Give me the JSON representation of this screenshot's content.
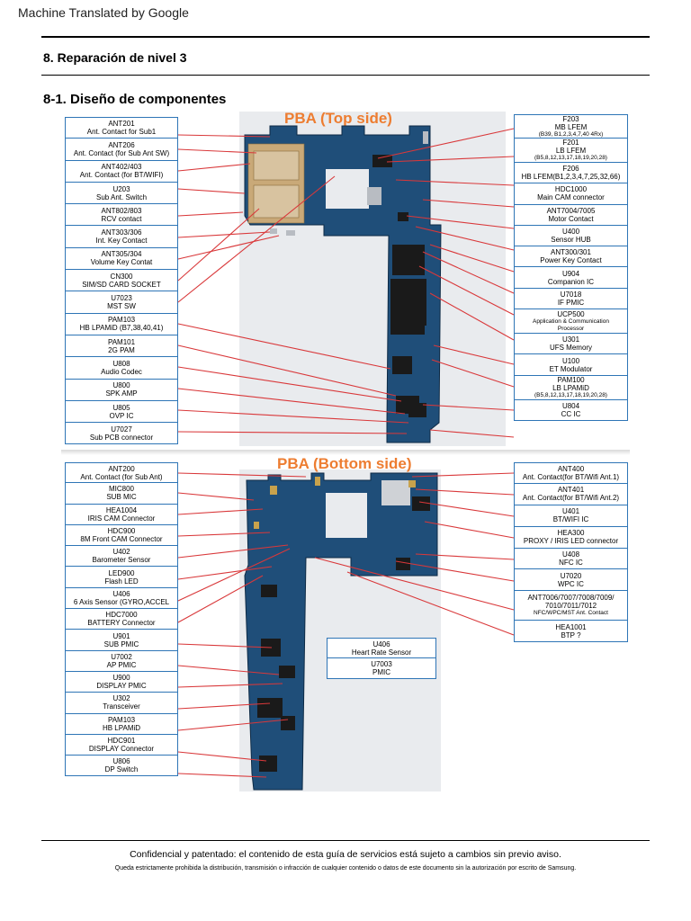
{
  "machine_translated": "Machine Translated by Google",
  "section_title": "8. Reparación de nivel 3",
  "subsection_title": "8-1. Diseño de componentes",
  "top_panel": {
    "title": "PBA (Top side)",
    "left_labels": [
      [
        "ANT201",
        "Ant. Contact for Sub1"
      ],
      [
        "ANT206",
        "Ant. Contact (for Sub Ant SW)"
      ],
      [
        "ANT402/403",
        "Ant. Contact (for BT/WIFI)"
      ],
      [
        "U203",
        "Sub Ant. Switch"
      ],
      [
        "ANT802/803",
        "RCV contact"
      ],
      [
        "ANT303/306",
        "Int. Key Contact"
      ],
      [
        "ANT305/304",
        "Volume Key Contat"
      ],
      [
        "CN300",
        "SIM/SD CARD SOCKET"
      ],
      [
        "U7023",
        "MST SW"
      ],
      [
        "PAM103",
        "HB LPAMiD (B7,38,40,41)"
      ],
      [
        "PAM101",
        "2G PAM"
      ],
      [
        "U808",
        "Audio Codec"
      ],
      [
        "U800",
        "SPK AMP"
      ],
      [
        "U805",
        "OVP IC"
      ],
      [
        "U7027",
        "Sub PCB connector"
      ]
    ],
    "right_labels": [
      [
        "F203",
        "MB LFEM",
        "(B39, B1,2,3,4,7,40 4Rx)"
      ],
      [
        "F201",
        "LB LFEM",
        "(B5,8,12,13,17,18,19,20,28)"
      ],
      [
        "F206",
        "HB LFEM(B1,2,3,4,7,25,32,66)"
      ],
      [
        "HDC1000",
        "Main CAM connector"
      ],
      [
        "ANT7004/7005",
        "Motor Contact"
      ],
      [
        "U400",
        "Sensor HUB"
      ],
      [
        "ANT300/301",
        "Power Key Contact"
      ],
      [
        "U904",
        "Companion IC"
      ],
      [
        "U7018",
        "IF PMIC"
      ],
      [
        "UCP500",
        "Application & Communication",
        "Processor"
      ],
      [
        "U301",
        "UFS Memory"
      ],
      [
        "U100",
        "ET Modulator"
      ],
      [
        "PAM100",
        "LB LPAMiD",
        "(B5,8,12,13,17,18,19,20,28)"
      ],
      [
        "U804",
        "CC IC"
      ]
    ]
  },
  "bottom_panel": {
    "title": "PBA (Bottom side)",
    "left_labels": [
      [
        "ANT200",
        "Ant. Contact (for Sub Ant)"
      ],
      [
        "MIC800",
        "SUB MIC"
      ],
      [
        "HEA1004",
        "IRIS CAM Connector"
      ],
      [
        "HDC900",
        "8M Front CAM Connector"
      ],
      [
        "U402",
        "Barometer Sensor"
      ],
      [
        "LED900",
        "Flash LED"
      ],
      [
        "U406",
        "6 Axis Sensor (GYRO,ACCEL"
      ],
      [
        "HDC7000",
        "BATTERY Connector"
      ],
      [
        "U901",
        "SUB PMIC"
      ],
      [
        "U7002",
        "AP PMIC"
      ],
      [
        "U900",
        "DISPLAY PMIC"
      ],
      [
        "U302",
        "Transceiver"
      ],
      [
        "PAM103",
        "HB LPAMiD"
      ],
      [
        "HDC901",
        "DISPLAY Connector"
      ],
      [
        "U806",
        "DP Switch"
      ]
    ],
    "right_labels": [
      [
        "ANT400",
        "Ant. Contact(for BT/Wifi Ant.1)"
      ],
      [
        "ANT401",
        "Ant. Contact(for BT/Wifi Ant.2)"
      ],
      [
        "U401",
        "BT/WIFI IC"
      ],
      [
        "HEA300",
        "PROXY / IRIS LED connector"
      ],
      [
        "U408",
        "NFC IC"
      ],
      [
        "U7020",
        "WPC IC"
      ],
      [
        "ANT7006/7007/7008/7009/",
        "7010/7011/7012",
        "NFC/WPC/MST Ant. Contact"
      ],
      [
        "HEA1001",
        "BTP ?"
      ]
    ],
    "center_labels": [
      [
        "U406",
        "Heart Rate Sensor"
      ],
      [
        "U7003",
        "PMIC"
      ]
    ]
  },
  "footer": {
    "line1": "Confidencial y patentado: el contenido de esta guía de servicios está sujeto a cambios sin previo aviso.",
    "line2": "Queda estrictamente prohibida la distribución, transmisión o infracción de cualquier contenido o datos de este documento sin la autorización por escrito de Samsung."
  },
  "colors": {
    "label_border": "#2e75b6",
    "title_orange": "#ed7d31",
    "leader_line": "#d9383a",
    "pcb_blue": "#1f4e79"
  }
}
